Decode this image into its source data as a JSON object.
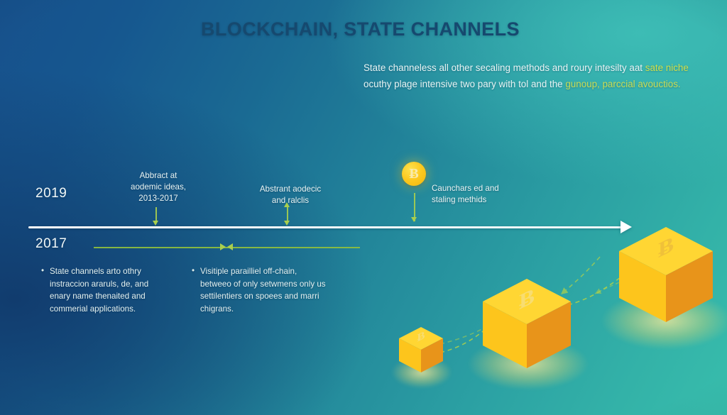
{
  "slide": {
    "title": "BLOCKCHAIN, STATE CHANNELS",
    "subtitle_line1_a": "State channeless all other secaling methods and roury intesilty aat ",
    "subtitle_line1_hl": "sate niche",
    "subtitle_line2_a": "ocuthy plage intensive two pary with tol and the ",
    "subtitle_line2_hl": "gunoup, parccial avouctios."
  },
  "timeline": {
    "year_upper": "2019",
    "year_lower": "2017",
    "callouts": [
      {
        "id": "callout-1",
        "line1": "Abbract at",
        "line2": "aodemic ideas,",
        "line3": "2013-2017"
      },
      {
        "id": "callout-2",
        "line1": "Abstrant aodecic",
        "line2": "and ralclis",
        "line3": ""
      },
      {
        "id": "callout-3",
        "line1": "Caunchars ed and",
        "line2": "staling methids",
        "line3": ""
      }
    ]
  },
  "bullets": {
    "column_1": [
      "State channels arto othry instraccion araruls, de, and enary name thenaited and commerial applications."
    ],
    "column_2": [
      "Visitiple parailliel off-chain, betweeo of only setwmens only us settilentiers on spoees and marri chigrans."
    ]
  },
  "icons": {
    "coin_glyph": "Ƀ",
    "cube_small_glyph": "Ƀ",
    "cube_medium_glyph": "Ƀ",
    "cube_large_glyph": "Ƀ"
  },
  "colors": {
    "accent_gold": "#fdc91f",
    "accent_green": "#a9cf4e",
    "axis_white": "#ffffff",
    "title_blue": "#16496f",
    "bg_deep_blue": "#17518c",
    "bg_teal": "#38bdac"
  }
}
